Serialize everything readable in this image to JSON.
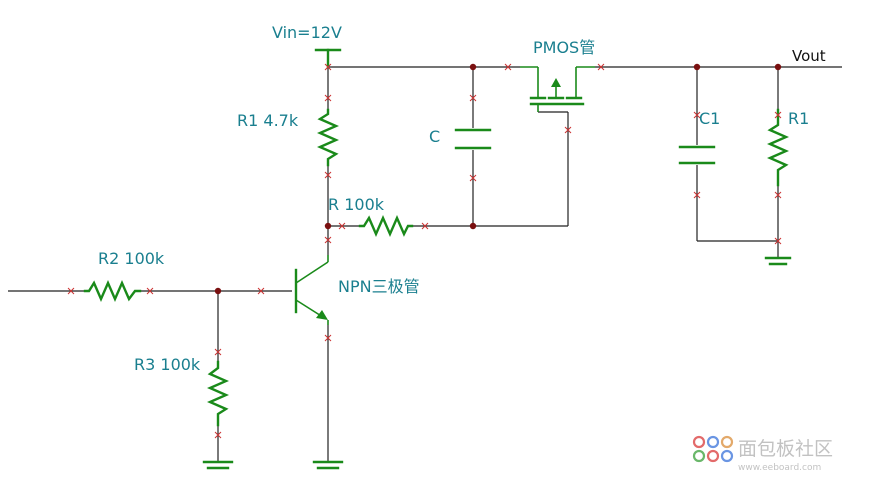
{
  "labels": {
    "vin": "Vin=12V",
    "pmos": "PMOS管",
    "vout": "Vout",
    "r1_top": "R1 4.7k",
    "cap_c": "C",
    "c1": "C1",
    "r1_out": "R1",
    "r_100k": "R 100k",
    "r2": "R2 100k",
    "npn": "NPN三极管",
    "r3": "R3 100k"
  },
  "watermark": {
    "text": "面包板社区",
    "url": "www.eeboard.com"
  },
  "colors": {
    "component": "#1a8a1a",
    "label": "#1a7f8f",
    "wire": "#222222",
    "pin_marker": "#cc3333",
    "junction": "#7a1010"
  }
}
